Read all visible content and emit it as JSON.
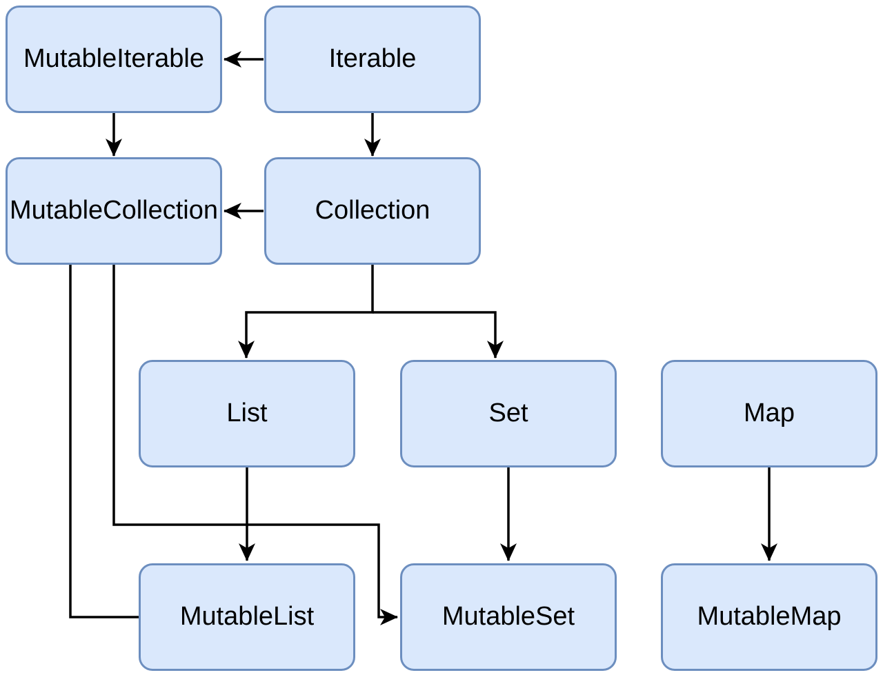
{
  "diagram": {
    "type": "class-hierarchy",
    "nodes": [
      {
        "id": "mutable-iterable",
        "label": "MutableIterable"
      },
      {
        "id": "iterable",
        "label": "Iterable"
      },
      {
        "id": "mutable-collection",
        "label": "MutableCollection"
      },
      {
        "id": "collection",
        "label": "Collection"
      },
      {
        "id": "list",
        "label": "List"
      },
      {
        "id": "set",
        "label": "Set"
      },
      {
        "id": "map",
        "label": "Map"
      },
      {
        "id": "mutable-list",
        "label": "MutableList"
      },
      {
        "id": "mutable-set",
        "label": "MutableSet"
      },
      {
        "id": "mutable-map",
        "label": "MutableMap"
      }
    ],
    "edges": [
      {
        "from": "iterable",
        "to": "mutable-iterable",
        "arrowhead": true
      },
      {
        "from": "mutable-iterable",
        "to": "mutable-collection",
        "arrowhead": true
      },
      {
        "from": "iterable",
        "to": "collection",
        "arrowhead": true
      },
      {
        "from": "collection",
        "to": "mutable-collection",
        "arrowhead": true
      },
      {
        "from": "collection",
        "to": "list",
        "arrowhead": true
      },
      {
        "from": "collection",
        "to": "set",
        "arrowhead": true
      },
      {
        "from": "list",
        "to": "mutable-list",
        "arrowhead": true
      },
      {
        "from": "set",
        "to": "mutable-set",
        "arrowhead": true
      },
      {
        "from": "map",
        "to": "mutable-map",
        "arrowhead": true
      },
      {
        "from": "mutable-collection",
        "to": "mutable-list",
        "arrowhead": false
      },
      {
        "from": "mutable-collection",
        "to": "mutable-set",
        "arrowhead": true
      }
    ],
    "colors": {
      "node_fill": "#dae8fc",
      "node_border": "#6c8ebf",
      "edge": "#000000",
      "text": "#000000",
      "background": "#ffffff"
    }
  }
}
